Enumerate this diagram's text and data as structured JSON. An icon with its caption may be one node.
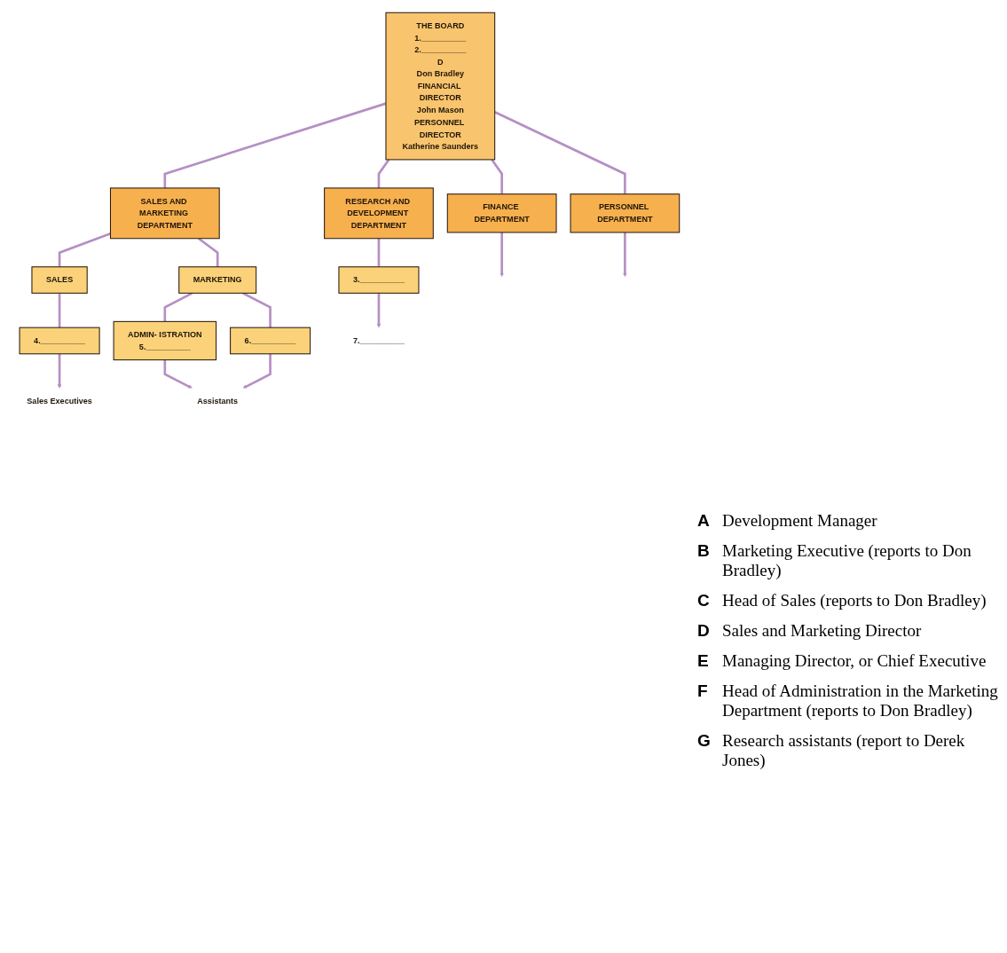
{
  "diagram": {
    "nodes": [
      {
        "text": [
          "THE BOARD",
          "1.__________",
          "2.__________",
          "D",
          "Don Bradley",
          "FINANCIAL DIRECTOR",
          "John Mason",
          "PERSONNEL DIRECTOR",
          "Katherine Saunders"
        ]
      },
      {
        "text": [
          "SALES AND MARKETING DEPARTMENT"
        ]
      },
      {
        "text": [
          "FINANCE DEPARTMENT"
        ]
      },
      {
        "text": [
          "RESEARCH AND DEVELOPMENT DEPARTMENT"
        ]
      },
      {
        "text": [
          "PERSONNEL DEPARTMENT"
        ]
      },
      {
        "text": [
          "3.__________"
        ]
      },
      {
        "text": [
          "SALES"
        ]
      },
      {
        "text": [
          "MARKETING"
        ]
      },
      {
        "text": [
          "4.__________"
        ]
      },
      {
        "text": [
          "ADMIN- ISTRATION",
          "5.__________"
        ]
      },
      {
        "text": [
          "6.__________"
        ]
      },
      {
        "text": [
          "7.__________"
        ]
      },
      {
        "text": [
          "Sales Executives"
        ]
      },
      {
        "text": [
          "Assistants"
        ]
      }
    ],
    "edges": [
      {
        "from": 0,
        "to": 1,
        "arrow": "none"
      },
      {
        "from": 0,
        "to": 2,
        "arrow": "none"
      },
      {
        "from": 0,
        "to": 3,
        "arrow": "none"
      },
      {
        "from": 0,
        "to": 4,
        "arrow": "none"
      },
      {
        "from": 1,
        "to": 6,
        "arrow": "none"
      },
      {
        "from": 1,
        "to": 7,
        "arrow": "none"
      },
      {
        "from": 2,
        "to": null,
        "arrow": "to"
      },
      {
        "from": 3,
        "to": 5,
        "arrow": "none"
      },
      {
        "from": 4,
        "to": null,
        "arrow": "to"
      },
      {
        "from": 6,
        "to": 8,
        "arrow": "none"
      },
      {
        "from": 7,
        "to": 9,
        "arrow": "none"
      },
      {
        "from": 7,
        "to": 10,
        "arrow": "none"
      },
      {
        "from": 5,
        "to": 11,
        "arrow": "to"
      },
      {
        "from": 8,
        "to": 12,
        "arrow": "to"
      },
      {
        "from": 9,
        "to": 13,
        "arrow": "to"
      },
      {
        "from": 10,
        "to": 13,
        "arrow": "to"
      }
    ],
    "labels": [
      "A",
      "Development Manager",
      "B",
      "Marketing Executive (reports to Don Bradley)",
      "C",
      "Head of Sales (reports to Don Bradley)",
      "D",
      "Sales and Marketing Director",
      "E",
      "Managing Director, or Chief Executive",
      "F",
      "Head of Administration in the Marketing Department (reports to Don Bradley)",
      "G",
      "Research assistants (report to Derek Jones)"
    ]
  }
}
